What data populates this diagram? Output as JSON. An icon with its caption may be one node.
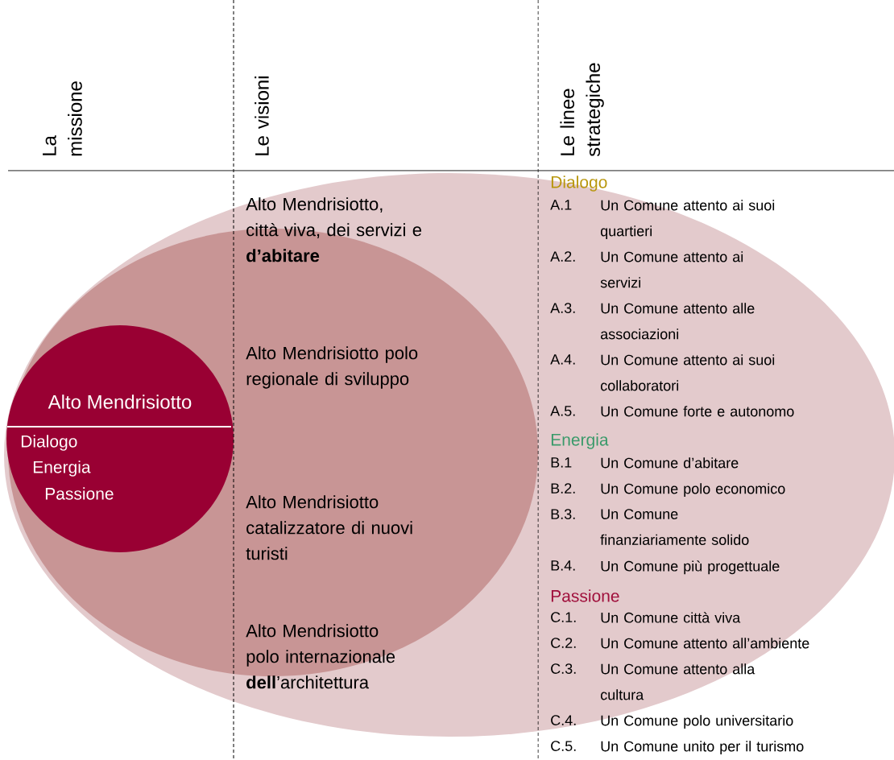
{
  "diagram": {
    "nodes": [
      {
        "text": [],
        "shape": "ellipse"
      },
      {
        "text": [],
        "shape": "ellipse",
        "in": 0
      },
      {
        "text": [
          "Alto Mendrisiotto",
          "Dialogo",
          "Energia",
          "Passione"
        ],
        "in": 1
      }
    ],
    "labels": [
      "La missione",
      "Le visioni",
      "Le linee strategiche",
      "Alto Mendrisiotto, città viva, dei servizi e **d’abitare**",
      "Alto Mendrisiotto polo regionale di sviluppo",
      "Alto Mendrisiotto catalizzatore di nuovi turisti",
      "Alto Mendrisiotto polo internazionale **dell**’architettura",
      "Dialogo",
      "A.1",
      "Un Comune attento ai suoi quartieri",
      "A.2.",
      "Un Comune attento ai servizi",
      "A.3.",
      "Un Comune attento alle associazioni",
      "A.4.",
      "Un Comune attento ai suoi collaboratori",
      "A.5.",
      "Un Comune forte e autonomo",
      "Energia",
      "B.1",
      "Un Comune d’abitare",
      "B.2.",
      "Un Comune polo economico",
      "B.3.",
      "Un Comune finanziariamente solido",
      "B.4.",
      "Un Comune più progettuale",
      "Passione",
      "C.1.",
      "Un Comune città viva",
      "C.2.",
      "Un Comune attento all’ambiente",
      "C.3.",
      "Un Comune attento alla cultura",
      "C.4.",
      "Un Comune polo universitario",
      "C.5.",
      "Un Comune unito per il turismo"
    ]
  }
}
